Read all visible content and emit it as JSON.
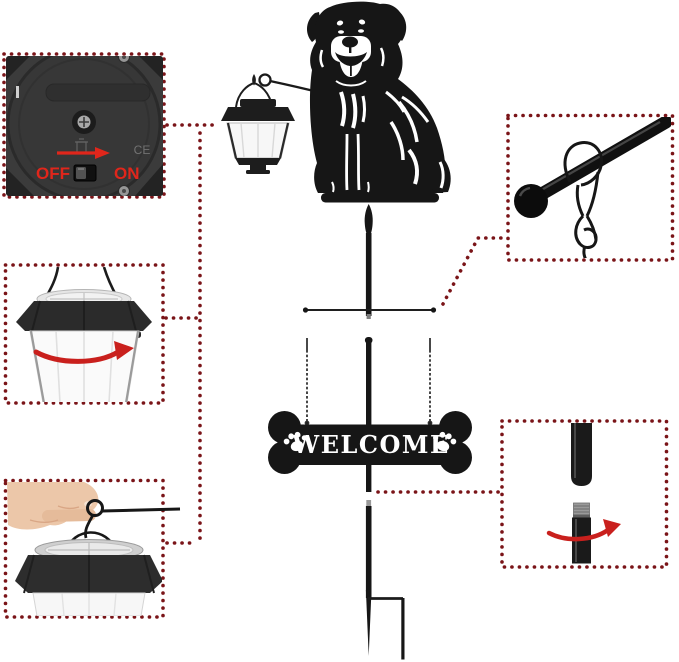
{
  "sign": {
    "text": "WELCOME"
  },
  "switch_panel": {
    "off": "OFF",
    "on": "ON",
    "ce": "CE"
  },
  "colors": {
    "callout_dot": "#7a1418",
    "swoosh_red": "#c9201d",
    "switch_label_red": "#e0261b",
    "product_black": "#161616",
    "panel_bg": "#3b3b3b",
    "lantern_body": "#f7f7f7",
    "skin": "#ecc7a9"
  },
  "icons": {
    "dog": "rottweiler-sitting-silhouette-icon",
    "lantern": "solar-lantern-icon",
    "hook_arm": "hanging-hook-icon",
    "welcome_sign": "bone-welcome-sign",
    "paw_print": "paw-print-icon",
    "ground_fork": "ground-stake-fork-icon",
    "rotation_arrow": "rotate-arrow-icon",
    "switch_arrow": "slide-right-arrow-icon",
    "chain": "hanging-chain-icon"
  },
  "insets": [
    {
      "id": "power-switch-closeup"
    },
    {
      "id": "lantern-twist-closeup"
    },
    {
      "id": "hang-lantern-on-hook-closeup"
    },
    {
      "id": "wire-hanger-on-pole-closeup"
    },
    {
      "id": "pole-screw-joint-closeup"
    }
  ]
}
